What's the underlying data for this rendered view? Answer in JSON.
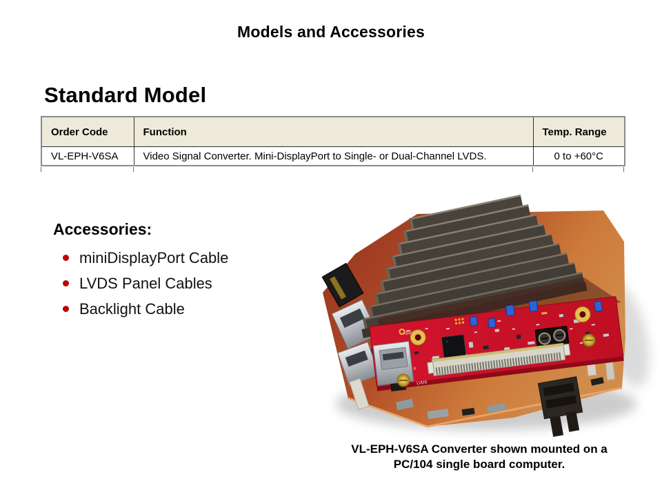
{
  "slide_title": "Models and Accessories",
  "standard_model": {
    "heading": "Standard Model",
    "table": {
      "headers": [
        "Order Code",
        "Function",
        "Temp. Range"
      ],
      "row": {
        "order_code": "VL-EPH-V6SA",
        "function": "Video Signal Converter.  Mini-DisplayPort to Single- or Dual-Channel LVDS.",
        "temp_range": "0 to +60°C"
      }
    }
  },
  "accessories": {
    "heading": "Accessories:",
    "items": [
      "miniDisplayPort Cable",
      "LVDS Panel Cables",
      "Backlight Cable"
    ]
  },
  "figure": {
    "caption_line1": "VL-EPH-V6SA Converter shown mounted on a",
    "caption_line2": "PC/104 single board computer.",
    "description": "photo-of-red-converter-board-mounted-on-pc104-sbc-with-finned-heatsink"
  },
  "colors": {
    "bullet": "#C00000",
    "table_header_bg": "#EDEAD9",
    "pcb_red": "#CE1126",
    "pcb_orange": "#C9722F",
    "heatsink_gray": "#49433C"
  }
}
